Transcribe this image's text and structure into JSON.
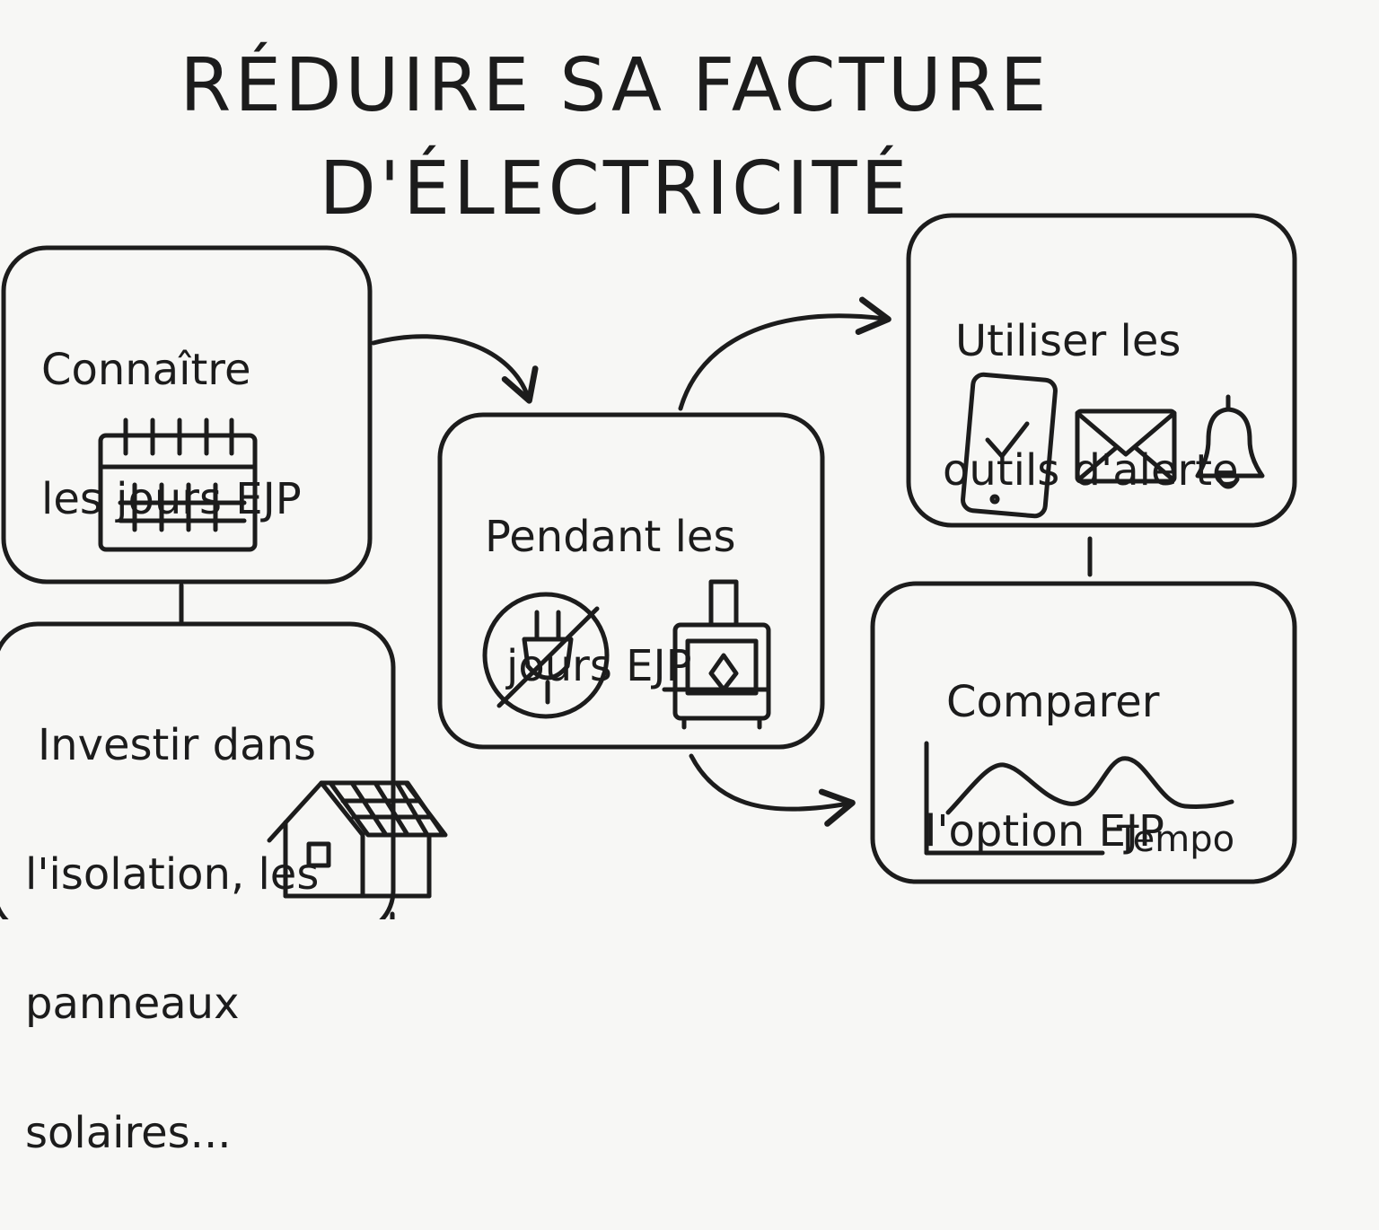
{
  "title": {
    "line1": "Réduire sa facture",
    "line2": "d'électricité"
  },
  "nodes": {
    "know_days": {
      "line1": "Connaître",
      "line2": "les jours EJP"
    },
    "during_days": {
      "line1": "Pendant les",
      "line2": "jours EJP"
    },
    "alert_tools": {
      "line1": "Utiliser les",
      "line2": "outils d'alerte"
    },
    "compare_option": {
      "line1": "Comparer",
      "line2": "l'option EJP"
    },
    "invest": {
      "line1": "Investir dans",
      "line2": "l'isolation, les",
      "line3": "panneaux",
      "line4": "solaires..."
    }
  },
  "chart_label": "Tempo",
  "icons": [
    "calendar-icon",
    "no-plug-icon",
    "wood-stove-icon",
    "smartphone-check-icon",
    "envelope-icon",
    "bell-icon",
    "line-chart-icon",
    "solar-house-icon"
  ],
  "colors": {
    "ink": "#1c1c1c",
    "paper": "#f7f7f5"
  }
}
